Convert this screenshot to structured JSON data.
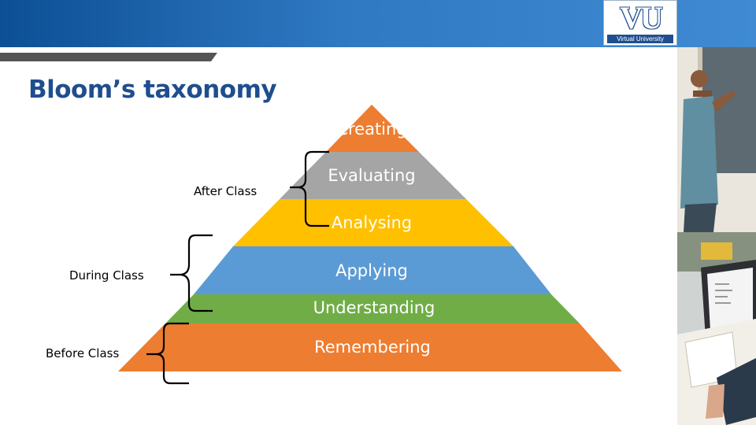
{
  "slide": {
    "title": "Bloom’s taxonomy"
  },
  "logo": {
    "mark": "VU",
    "subtitle": "Virtual University"
  },
  "pyramid": {
    "levels": [
      {
        "label": "Creating",
        "color": "#ed7d31"
      },
      {
        "label": "Evaluating",
        "color": "#a5a5a5"
      },
      {
        "label": "Analysing",
        "color": "#ffc000"
      },
      {
        "label": "Applying",
        "color": "#5b9bd5"
      },
      {
        "label": "Understanding",
        "color": "#70ad47"
      },
      {
        "label": "Remembering",
        "color": "#ed7d31"
      }
    ]
  },
  "phases": {
    "after": "After Class",
    "during": "During Class",
    "before": "Before Class"
  },
  "colors": {
    "title": "#1f4e8f",
    "banner": "#2f79c2"
  }
}
